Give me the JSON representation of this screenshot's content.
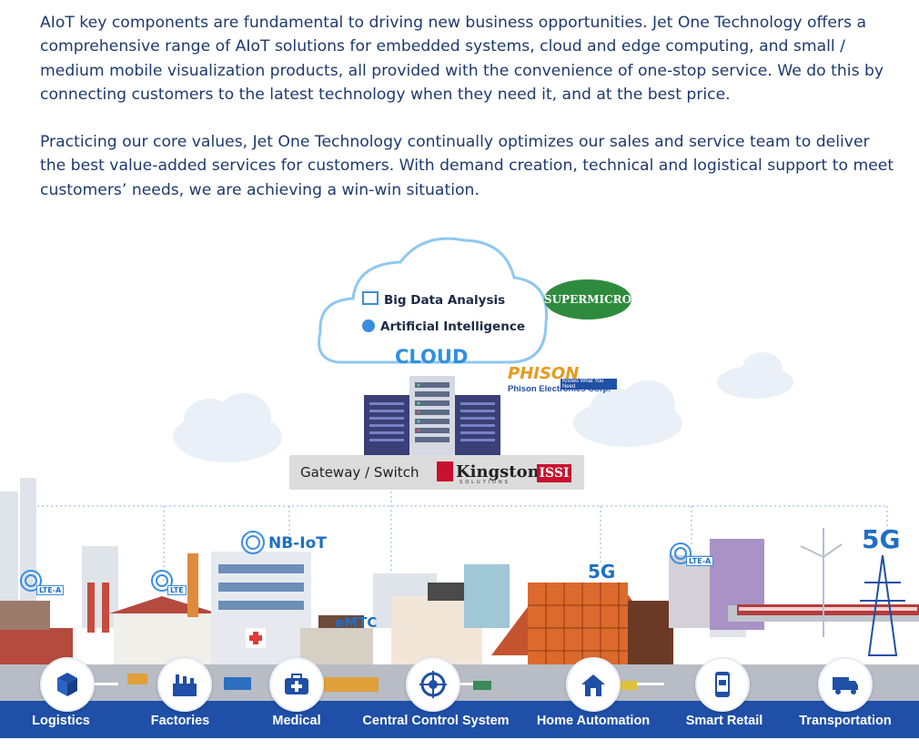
{
  "intro": {
    "paragraph1": "AIoT key components are fundamental to driving new business opportunities.  Jet One Technology offers a comprehensive range of AIoT solutions for embedded systems, cloud and edge computing, and small / medium mobile visualization products, all provided with the convenience of one-stop service. We do this by connecting customers to the latest technology when they need it, and at the best price.",
    "paragraph2": "Practicing our core values, Jet One Technology continually optimizes our sales and service team to deliver the best value-added services for customers. With demand creation, technical and logistical support to meet customers’ needs, we are achieving a win-win situation."
  },
  "cloud": {
    "item1": "Big Data Analysis",
    "item2": "Artificial Intelligence",
    "label": "CLOUD"
  },
  "brands": {
    "supermicro": "SUPERMICRO",
    "phison": "PHISON",
    "phison_tagline": "Knows What You Need",
    "phison_sub": "Phison Electronics Corp.",
    "kingston": "Kingston",
    "kingston_sub": "SOLUTIONS",
    "issi": "ISSI"
  },
  "gateway": {
    "label": "Gateway / Switch"
  },
  "network_tags": {
    "lte_a_1": "LTE-A",
    "lte": "LTE",
    "nbiot": "NB-IoT",
    "emtc": "eMTC",
    "fiveg_1": "5G",
    "lte_a_2": "LTE-A",
    "fiveg_2": "5G"
  },
  "categories": [
    {
      "label": "Logistics",
      "icon": "box-icon"
    },
    {
      "label": "Factories",
      "icon": "factory-icon"
    },
    {
      "label": "Medical",
      "icon": "medical-kit-icon"
    },
    {
      "label": "Central Control System",
      "icon": "target-icon"
    },
    {
      "label": "Home Automation",
      "icon": "smart-home-icon"
    },
    {
      "label": "Smart Retail",
      "icon": "phone-cart-icon"
    },
    {
      "label": "Transportation",
      "icon": "truck-icon"
    }
  ],
  "colors": {
    "text": "#1d3a6e",
    "bar": "#1f4fa6",
    "accent": "#1f6fc4"
  }
}
